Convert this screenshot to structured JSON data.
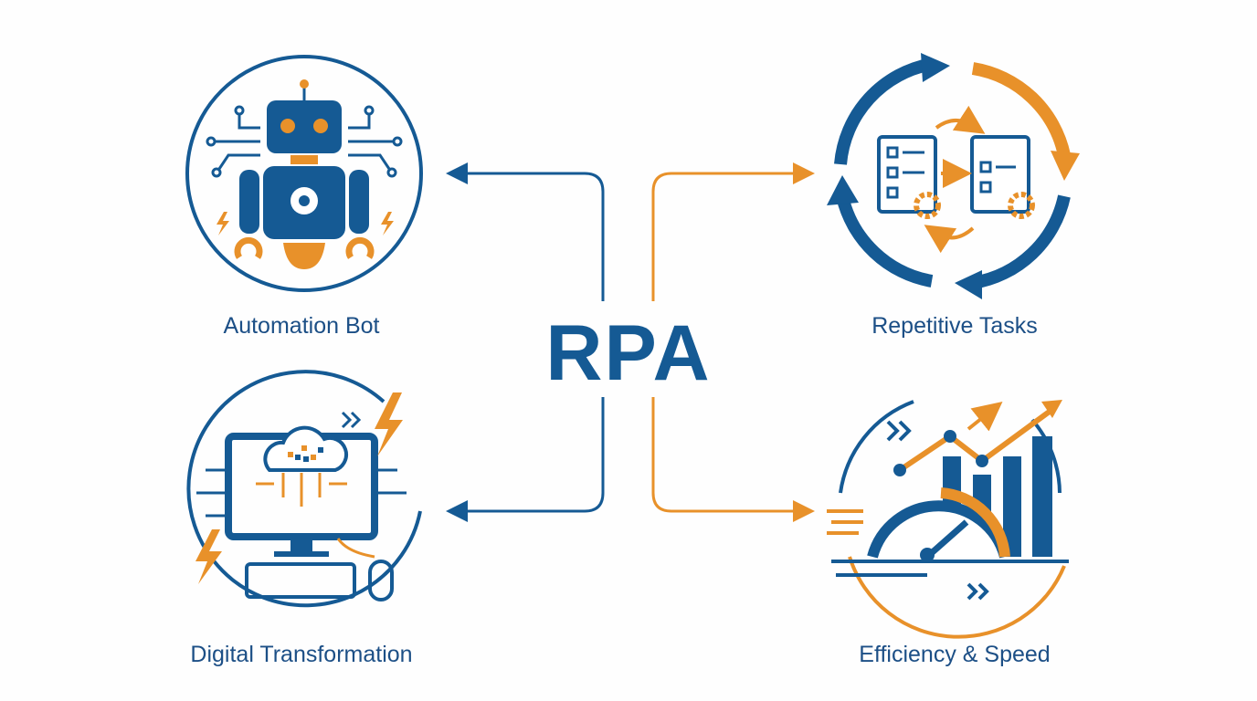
{
  "title": "RPA",
  "nodes": [
    {
      "id": "automation-bot",
      "label": "Automation Bot",
      "icon": "robot-icon"
    },
    {
      "id": "repetitive-tasks",
      "label": "Repetitive Tasks",
      "icon": "cycle-documents-icon"
    },
    {
      "id": "digital-transformation",
      "label": "Digital Transformation",
      "icon": "computer-cloud-icon"
    },
    {
      "id": "efficiency-speed",
      "label": "Efficiency & Speed",
      "icon": "speedometer-chart-icon"
    }
  ],
  "colors": {
    "blue": "#155a94",
    "orange": "#e8912a"
  }
}
